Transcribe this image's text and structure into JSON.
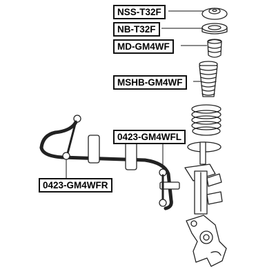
{
  "labels": {
    "nss": "NSS-T32F",
    "nb": "NB-T32F",
    "md": "MD-GM4WF",
    "mshb": "MSHB-GM4WF",
    "link_left": "0423-GM4WFL",
    "link_right": "0423-GM4WFR"
  },
  "colors": {
    "line": "#111111",
    "background": "#ffffff"
  }
}
